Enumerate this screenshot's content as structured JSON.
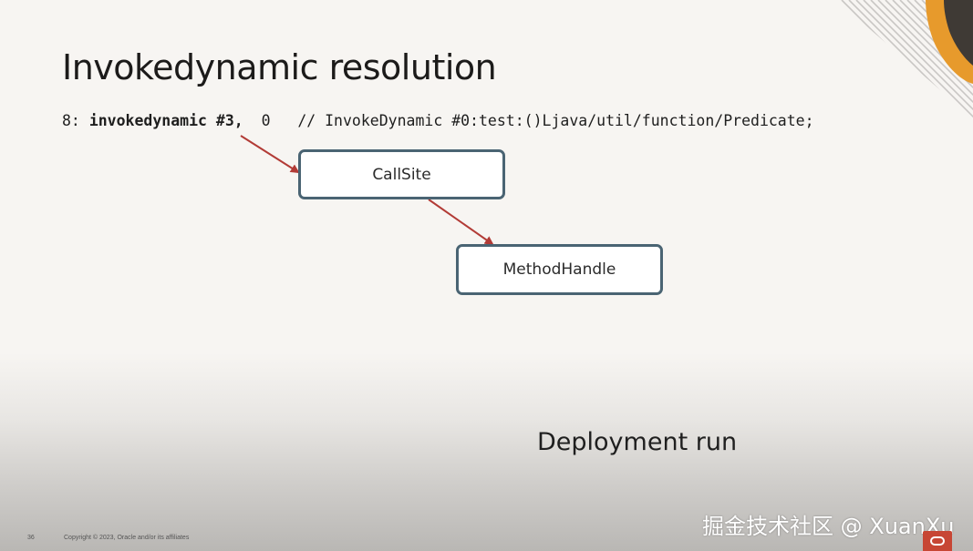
{
  "slide": {
    "title": "Invokedynamic resolution",
    "code": {
      "offset": "8: ",
      "instruction": "invokedynamic #3,",
      "args": "  0   ",
      "comment": "// InvokeDynamic #0:test:()Ljava/util/function/Predicate;"
    },
    "diagram": {
      "callsite_label": "CallSite",
      "methodhandle_label": "MethodHandle",
      "arrow_color": "#b23b36",
      "box_border_color": "#4a6473"
    },
    "caption": "Deployment run",
    "footer": {
      "slide_number": "36",
      "copyright": "Copyright © 2023, Oracle and/or its affiliates"
    },
    "watermark": "掘金技术社区 @ XuanXu",
    "logo": "oracle-logo",
    "accent_color": "#c74634"
  }
}
